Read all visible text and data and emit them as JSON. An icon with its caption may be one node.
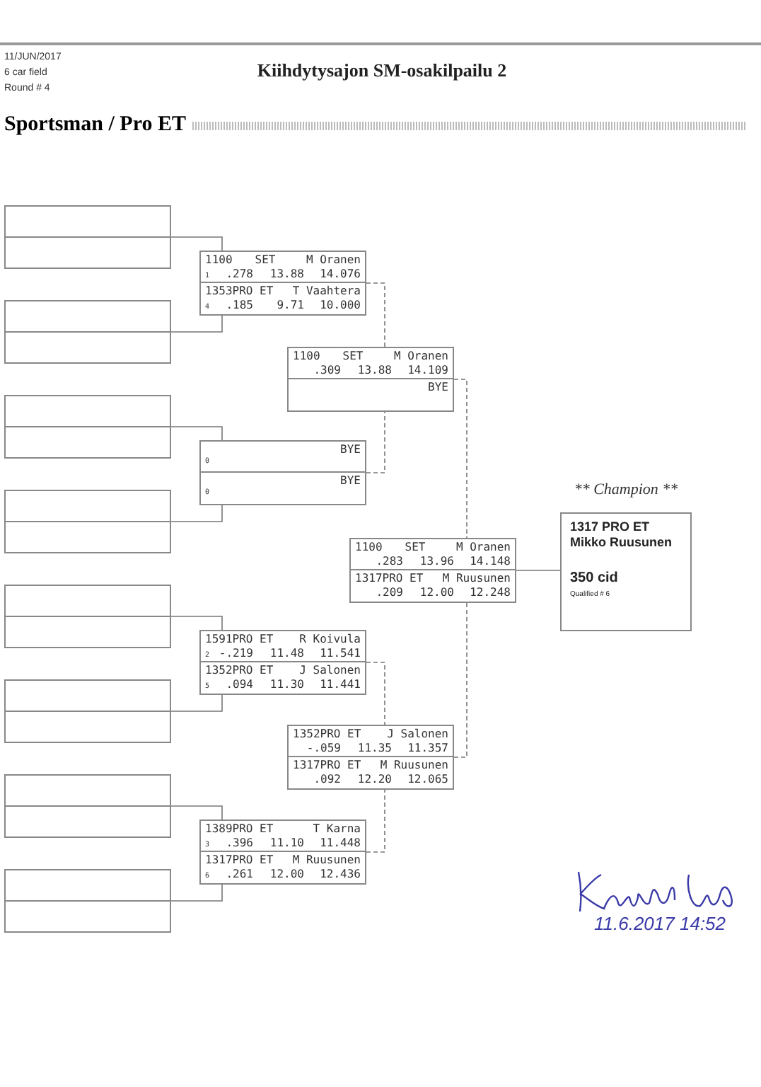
{
  "diagram": {
    "title": "Kiihdytysajon SM-osakilpailu 2",
    "nodes": [
      {
        "text": [],
        "shape": "box"
      },
      {
        "text": [],
        "shape": "box"
      },
      {
        "text": [],
        "shape": "box"
      },
      {
        "text": [],
        "shape": "box"
      },
      {
        "text": [],
        "shape": "box"
      },
      {
        "text": [],
        "shape": "box"
      },
      {
        "text": [],
        "shape": "box"
      },
      {
        "text": [],
        "shape": "box"
      },
      {
        "text": [],
        "shape": "box"
      },
      {
        "text": [
          "1100",
          "SET",
          "M Oranen",
          "1",
          ".278",
          "13.88",
          "14.076"
        ],
        "in": 8
      },
      {
        "text": [
          "1353PRO ET",
          "T Vaahtera",
          "4",
          ".185",
          "9.71",
          "10.000"
        ],
        "in": 8
      },
      {
        "text": [],
        "shape": "box"
      },
      {
        "text": [
          "BYE",
          "0"
        ],
        "in": 11
      },
      {
        "text": [
          "BYE",
          "0"
        ],
        "in": 11
      },
      {
        "text": [],
        "shape": "box"
      },
      {
        "text": [
          "1100",
          "SET",
          "M Oranen",
          ".309",
          "13.88",
          "14.109"
        ],
        "in": 14
      },
      {
        "text": [
          "BYE"
        ],
        "in": 14
      },
      {
        "text": [],
        "shape": "box"
      },
      {
        "text": [
          "1100",
          "SET",
          "M Oranen",
          ".283",
          "13.96",
          "14.148"
        ],
        "in": 17
      },
      {
        "text": [
          "1317PRO ET",
          "M Ruusunen",
          ".209",
          "12.00",
          "12.248"
        ],
        "in": 17
      },
      {
        "text": [],
        "shape": "box"
      },
      {
        "text": [
          "1591PRO ET",
          "R Koivula",
          "2",
          "-.219",
          "11.48",
          "11.541"
        ],
        "in": 20
      },
      {
        "text": [
          "1352PRO ET",
          "J Salonen",
          "5",
          ".094",
          "11.30",
          "11.441"
        ],
        "in": 20
      },
      {
        "text": [],
        "shape": "box"
      },
      {
        "text": [
          "1352PRO ET",
          "J Salonen",
          "-.059",
          "11.35",
          "11.357"
        ],
        "in": 23
      },
      {
        "text": [
          "1317PRO ET",
          "M Ruusunen",
          ".092",
          "12.20",
          "12.065"
        ],
        "in": 23
      },
      {
        "text": [],
        "shape": "box"
      },
      {
        "text": [
          "1389PRO ET",
          "T Karna",
          "3",
          ".396",
          "11.10",
          "11.448"
        ],
        "in": 26
      },
      {
        "text": [
          "1317PRO ET",
          "M Ruusunen",
          "6",
          ".261",
          "12.00",
          "12.436"
        ],
        "in": 26
      },
      {
        "text": [
          "** Champion **",
          "1317 PRO ET",
          "Mikko Ruusunen",
          "350 cid",
          "Qualified # 6"
        ]
      }
    ],
    "edges": [
      {
        "from": 0,
        "to": 9,
        "arrow": "none"
      },
      {
        "from": 1,
        "to": 10,
        "arrow": "none"
      },
      {
        "from": 2,
        "to": 12,
        "arrow": "none"
      },
      {
        "from": 3,
        "to": 13,
        "arrow": "none"
      },
      {
        "from": 4,
        "to": 21,
        "arrow": "none"
      },
      {
        "from": 5,
        "to": 22,
        "arrow": "none"
      },
      {
        "from": 6,
        "to": 27,
        "arrow": "none"
      },
      {
        "from": 7,
        "to": 28,
        "arrow": "none"
      },
      {
        "from": 8,
        "to": 14,
        "arrow": "none",
        "style": "dashed"
      },
      {
        "from": 11,
        "to": 14,
        "arrow": "none",
        "style": "dashed"
      },
      {
        "from": 14,
        "to": 17,
        "arrow": "none",
        "style": "dashed"
      },
      {
        "from": 20,
        "to": 23,
        "arrow": "none",
        "style": "dashed"
      },
      {
        "from": 26,
        "to": 23,
        "arrow": "none",
        "style": "dashed"
      },
      {
        "from": 23,
        "to": 17,
        "arrow": "none",
        "style": "dashed"
      },
      {
        "from": 17,
        "to": 29,
        "arrow": "none"
      }
    ],
    "labels": [
      "11/JUN/2017",
      "6 car field",
      "Round # 4",
      "Sportsman / Pro ET",
      "11.6.2017 14:52"
    ]
  }
}
